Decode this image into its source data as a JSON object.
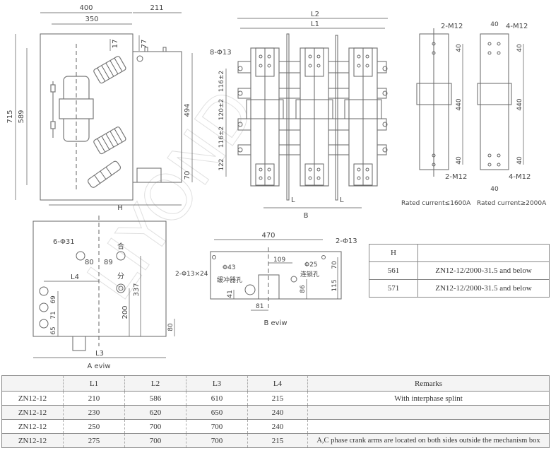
{
  "watermark": "LIYOND",
  "side_view": {
    "dims": {
      "w400": "400",
      "w211": "211",
      "w350": "350",
      "h715": "715",
      "h589": "589",
      "h494": "494",
      "h70": "70",
      "d17": "17",
      "d77": "77",
      "H": "H"
    }
  },
  "front_view": {
    "dims": {
      "L2": "L2",
      "L1": "L1",
      "hole": "8-Φ13",
      "h116a": "116±2",
      "h120": "120±2",
      "h116b": "116±2",
      "h122": "122",
      "L_a": "L",
      "L_b": "L",
      "B": "B"
    }
  },
  "terminals": {
    "left": {
      "top_label": "2-M12",
      "bottom_label": "2-M12",
      "d40a": "40",
      "d440": "440",
      "d40b": "40",
      "caption": "Rated current≤1600A"
    },
    "right": {
      "top_label": "4-M12",
      "bottom_label": "4-M12",
      "w40a": "40",
      "d40a": "40",
      "d440": "440",
      "d40b": "40",
      "w40b": "40",
      "caption": "Rated current≥2000A"
    }
  },
  "a_view": {
    "holes": "6-Φ31",
    "close": "合",
    "open": "分",
    "d80": "80",
    "d89": "89",
    "L4": "L4",
    "d69": "69",
    "d71": "71",
    "d65": "65",
    "d200": "200",
    "d337": "337",
    "d80b": "80",
    "L3": "L3",
    "caption": "A eviw"
  },
  "b_view": {
    "d470": "470",
    "holes2": "2-Φ13",
    "slot": "2-Φ13×24",
    "phi43": "Φ43",
    "buffer": "缓冲器孔",
    "d109": "109",
    "phi25": "Φ25",
    "interlock": "连锁孔",
    "d70": "70",
    "d115": "115",
    "d86": "86",
    "d41": "41",
    "d81": "81",
    "caption": "B eviw"
  },
  "h_table": {
    "header": [
      "H",
      ""
    ],
    "rows": [
      [
        "561",
        "ZN12-12/2000-31.5 and below"
      ],
      [
        "571",
        "ZN12-12/2000-31.5 and below"
      ]
    ]
  },
  "param_table": {
    "header": [
      "",
      "L1",
      "L2",
      "L3",
      "L4",
      "Remarks"
    ],
    "rows": [
      [
        "ZN12-12",
        "210",
        "586",
        "610",
        "215",
        "With interphase splint"
      ],
      [
        "ZN12-12",
        "230",
        "620",
        "650",
        "240",
        ""
      ],
      [
        "ZN12-12",
        "250",
        "700",
        "700",
        "240",
        ""
      ],
      [
        "ZN12-12",
        "275",
        "700",
        "700",
        "215",
        "A,C phase crank arms are located on both sides outside the mechanism box"
      ]
    ]
  }
}
